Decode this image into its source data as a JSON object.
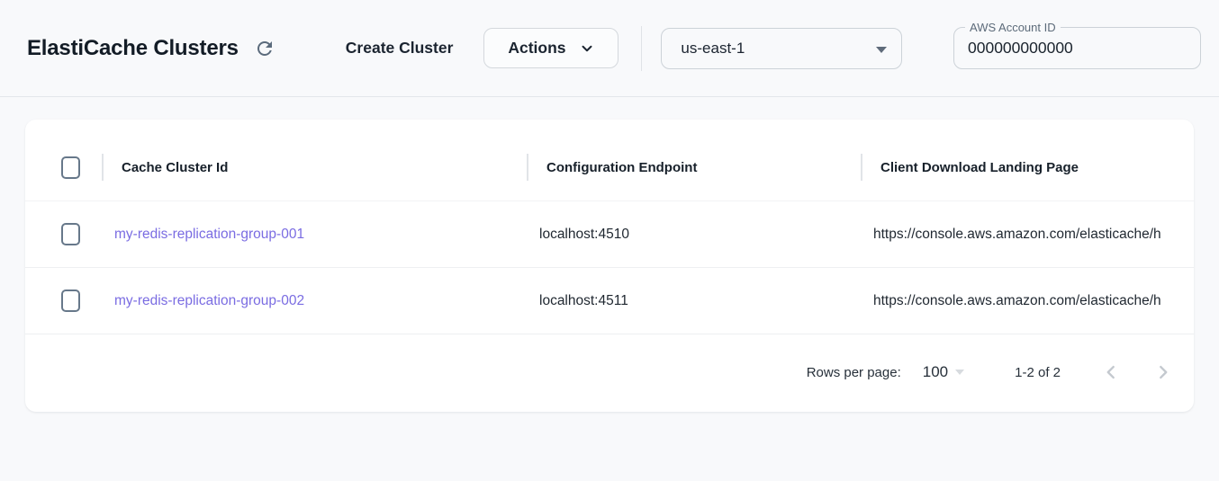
{
  "header": {
    "title": "ElastiCache Clusters",
    "create_button_label": "Create Cluster",
    "actions_button_label": "Actions",
    "region_selector": {
      "value": "us-east-1"
    },
    "account_field": {
      "label": "AWS Account ID",
      "value": "000000000000"
    }
  },
  "table": {
    "columns": [
      {
        "label": "Cache Cluster Id"
      },
      {
        "label": "Configuration Endpoint"
      },
      {
        "label": "Client Download Landing Page"
      }
    ],
    "rows": [
      {
        "cache_cluster_id": "my-redis-replication-group-001",
        "configuration_endpoint": "localhost:4510",
        "client_download_landing_page": "https://console.aws.amazon.com/elasticache/h"
      },
      {
        "cache_cluster_id": "my-redis-replication-group-002",
        "configuration_endpoint": "localhost:4511",
        "client_download_landing_page": "https://console.aws.amazon.com/elasticache/h"
      }
    ]
  },
  "pagination": {
    "rows_per_page_label": "Rows per page:",
    "rows_per_page_value": "100",
    "range_label": "1-2 of 2"
  },
  "icons": {
    "refresh": "refresh-icon",
    "actions_chevron": "chevron-down-icon",
    "region_dropdown": "arrow-drop-down-icon",
    "rows_dropdown": "arrow-drop-down-icon",
    "prev_page": "chevron-left-icon",
    "next_page": "chevron-right-icon"
  },
  "colors": {
    "page_background": "#f8f9fb",
    "card_background": "#ffffff",
    "title_text": "#131c26",
    "link_purple": "#7a6ce2",
    "body_text": "#1f2730",
    "checkbox_border": "#67788a",
    "disabled_icon": "#c4c9cf",
    "border": "#e3e6ea"
  }
}
